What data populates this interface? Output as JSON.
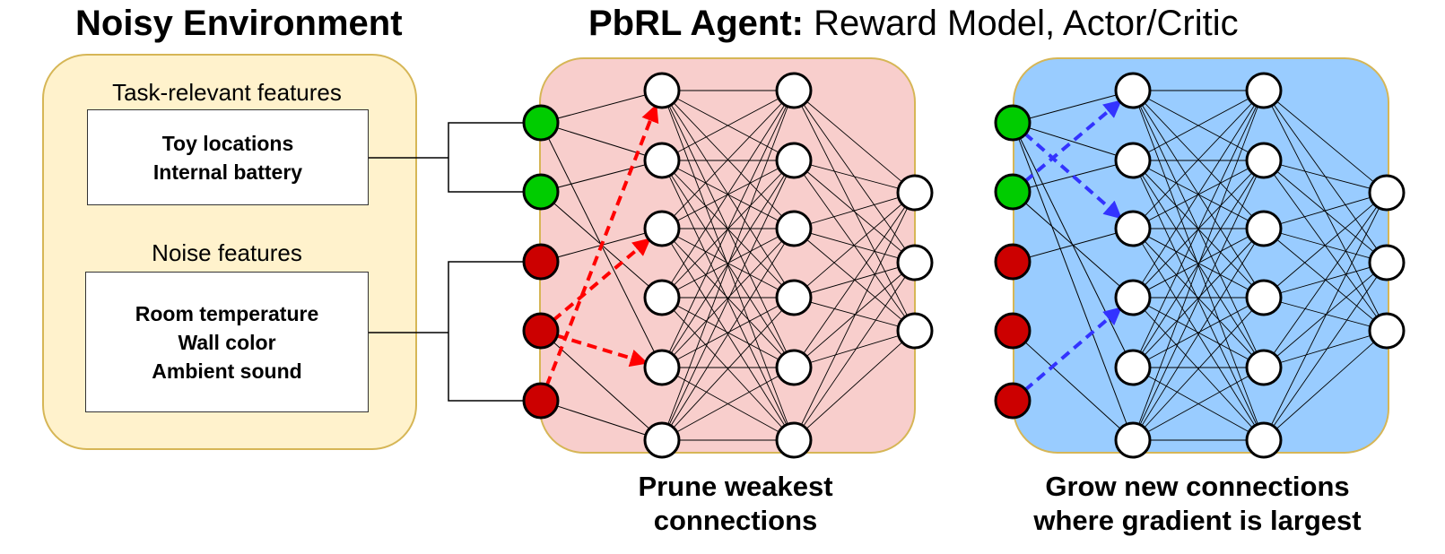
{
  "environment": {
    "title": "Noisy Environment",
    "task_label": "Task-relevant features",
    "task_features": [
      "Toy locations",
      "Internal battery"
    ],
    "noise_label": "Noise features",
    "noise_features": [
      "Room temperature",
      "Wall color",
      "Ambient sound"
    ]
  },
  "agent": {
    "title_bold": "PbRL Agent:",
    "title_rest": " Reward Model, Actor/Critic"
  },
  "prune": {
    "caption_line1": "Prune weakest",
    "caption_line2": "connections"
  },
  "grow": {
    "caption_line1": "Grow new connections",
    "caption_line2": "where gradient is largest"
  },
  "colors": {
    "env_fill": "#fff2cc",
    "env_border": "#d6b656",
    "prune_fill": "#f8cecc",
    "grow_fill": "#99ccff",
    "task_node": "#00cc00",
    "noise_node": "#cc0000",
    "prune_arrow": "#ff0000",
    "grow_arrow": "#3333ff"
  },
  "network": {
    "input_types": [
      "task",
      "task",
      "noise",
      "noise",
      "noise"
    ],
    "hidden1_size": 6,
    "hidden2_size": 6,
    "output_size": 3
  }
}
